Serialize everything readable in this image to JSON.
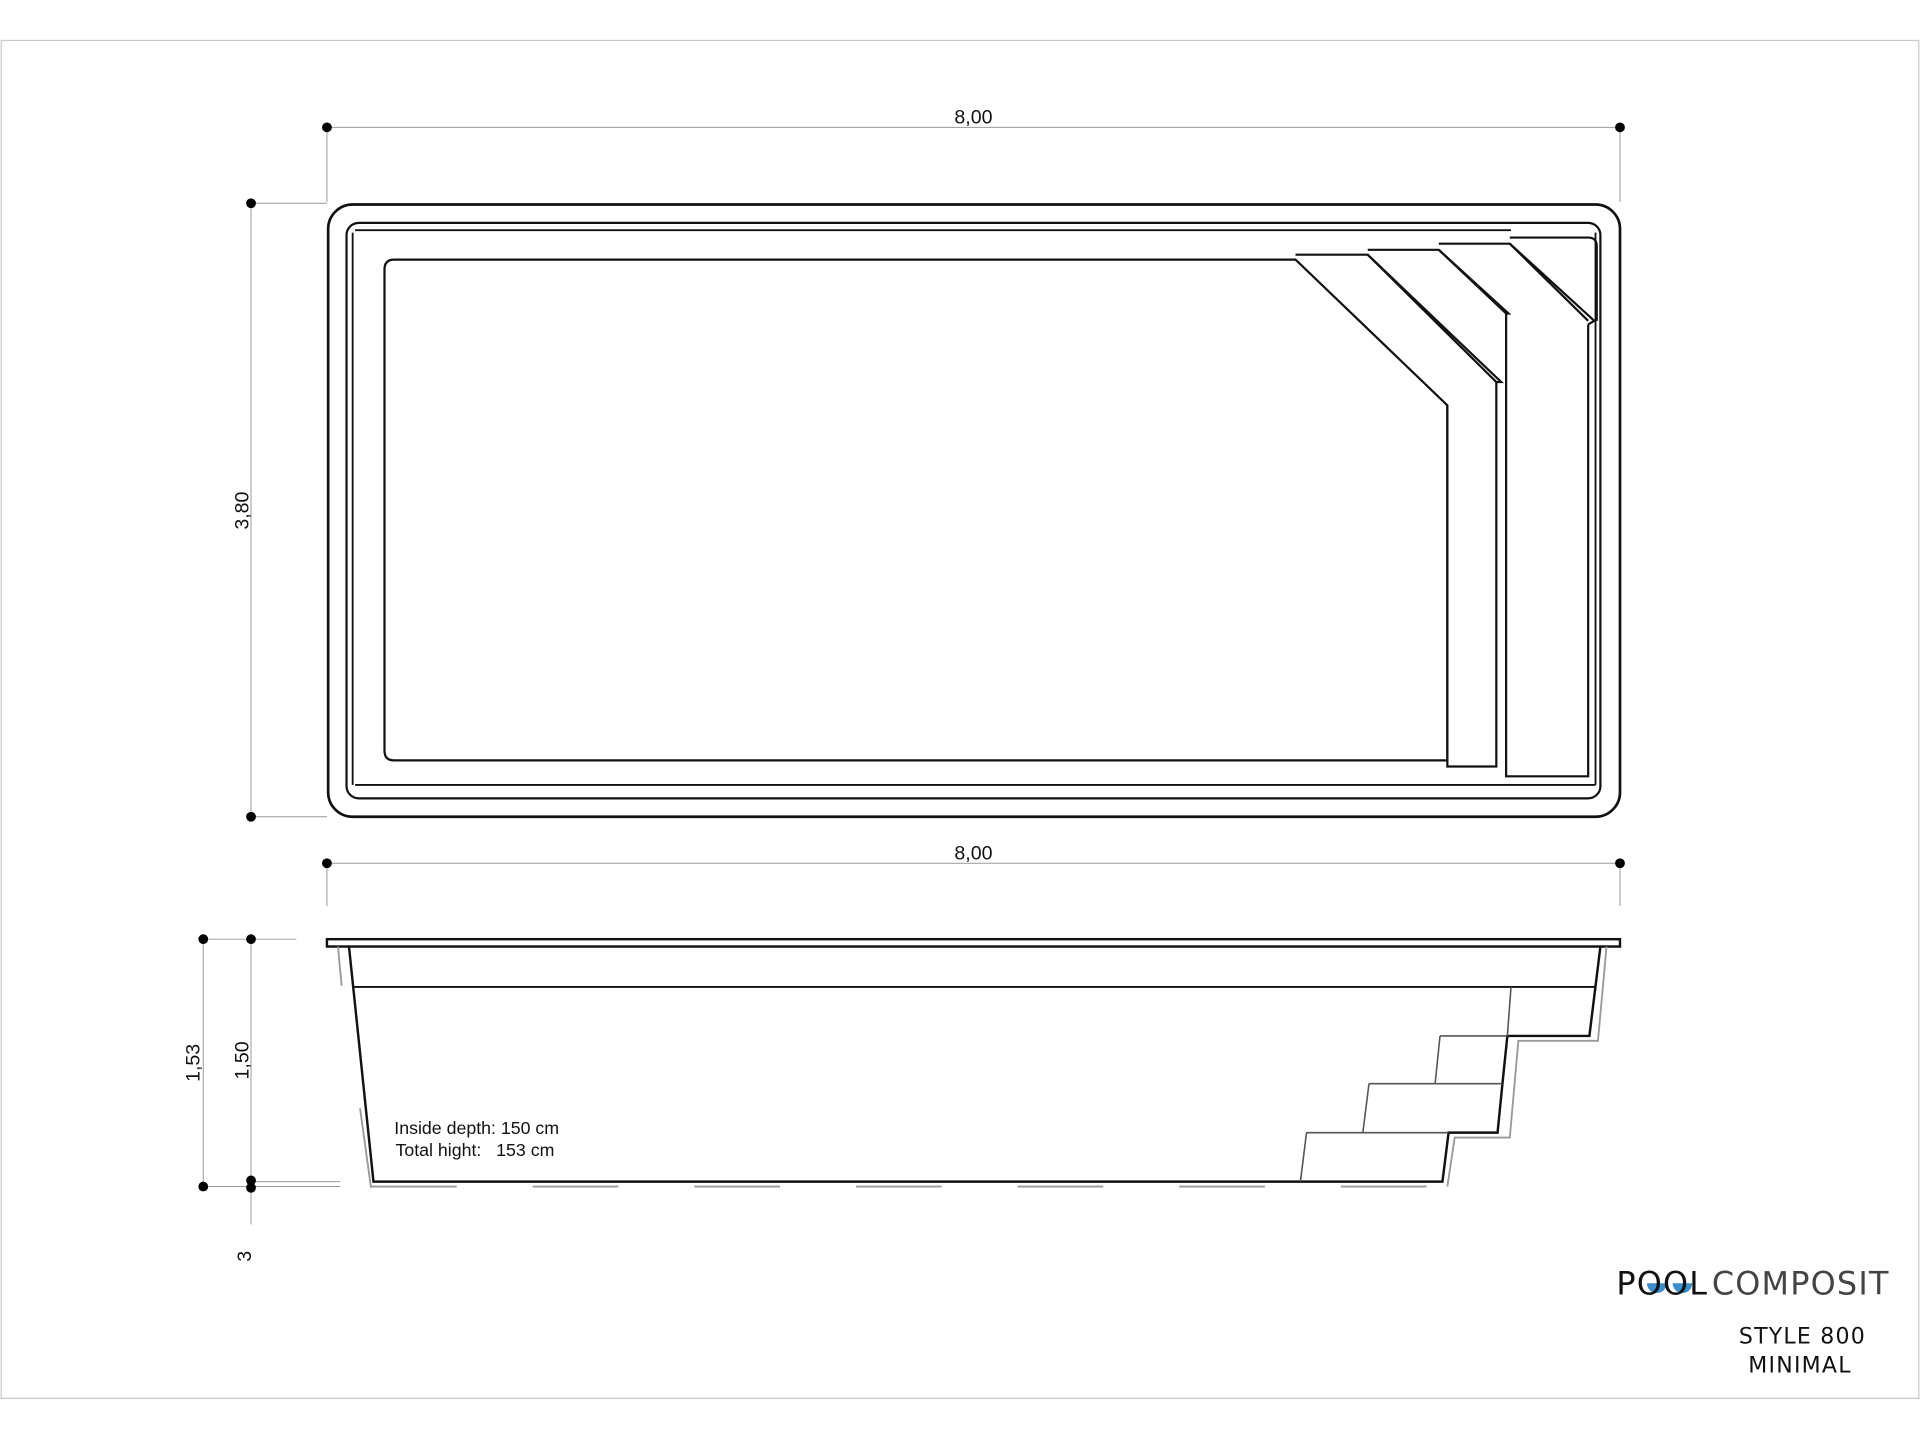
{
  "plan_view": {
    "length_label": "8,00",
    "width_label": "3,80"
  },
  "section_view": {
    "length_label": "8,00",
    "total_height_label": "1,53",
    "inside_depth_label": "1,50",
    "flange_label": "3",
    "note_inside_depth": "Inside depth: 150 cm",
    "note_total_height": "Total hight:   153 cm"
  },
  "brand": {
    "logo_part1": "POOL",
    "logo_part2": "COMPOSIT",
    "model_line1": "STYLE 800",
    "model_line2": "MINIMAL",
    "water_color": "#3a8fcf"
  }
}
